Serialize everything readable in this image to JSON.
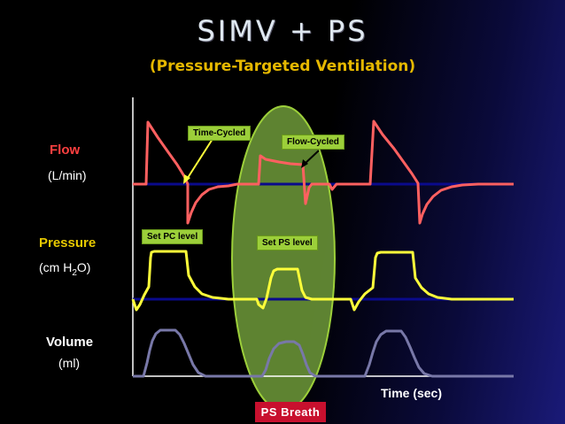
{
  "slide": {
    "title": "SIMV + PS",
    "subtitle": "(Pressure-Targeted Ventilation)"
  },
  "labels": {
    "flow": "Flow",
    "flow_unit": "(L/min)",
    "pressure": "Pressure",
    "pressure_unit_prefix": "(cm H",
    "pressure_unit_sub": "2",
    "pressure_unit_suffix": "O)",
    "volume": "Volume",
    "volume_unit": "(ml)",
    "time_axis": "Time (sec)"
  },
  "callouts": {
    "time_cycled": "Time-Cycled",
    "flow_cycled": "Flow-Cycled",
    "set_pc_level": "Set PC level",
    "set_ps_level": "Set PS level",
    "ps_breath": "PS Breath"
  },
  "colors": {
    "flow_trace": "#ff6060",
    "pressure_trace": "#ffff3a",
    "volume_trace": "#7878a8",
    "baseline": "#0a0a8c",
    "grid_line": "#ffffff",
    "highlight_ellipse": "#6e9a3a",
    "callout_bg": "#9ccf3a",
    "title": "#dfe8f0",
    "subtitle": "#e6b800",
    "flow_label": "#ff4040",
    "pressure_label": "#e6c800",
    "volume_label": "#ffffff",
    "ps_breath_bg": "#c8102e"
  }
}
